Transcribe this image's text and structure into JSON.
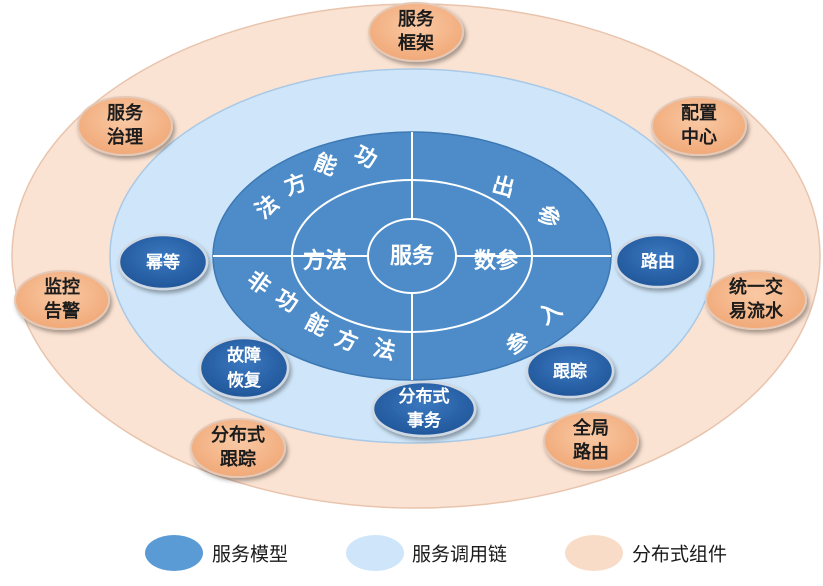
{
  "center": "服务",
  "inner_ring": {
    "left": "方法",
    "right": "数参"
  },
  "outer_ring_text": {
    "functional": [
      "功",
      "能",
      "方",
      "法"
    ],
    "non_functional": [
      "非",
      "功",
      "能",
      "方",
      "法"
    ],
    "output_params": [
      "出",
      "参"
    ],
    "input_params": [
      "入",
      "参"
    ]
  },
  "middle_nodes": {
    "idempotent": "幂等",
    "fault_recovery": [
      "故障",
      "恢复"
    ],
    "distributed_tx": [
      "分布式",
      "事务"
    ],
    "tracing": "跟踪",
    "routing": "路由"
  },
  "outer_nodes": {
    "service_framework": [
      "服务",
      "框架"
    ],
    "config_center": [
      "配置",
      "中心"
    ],
    "unified_transaction": [
      "统一交",
      "易流水"
    ],
    "global_routing": [
      "全局",
      "路由"
    ],
    "distributed_tracing": [
      "分布式",
      "跟踪"
    ],
    "monitoring_alerting": [
      "监控",
      "告警"
    ],
    "service_governance": [
      "服务",
      "治理"
    ]
  },
  "legend": [
    {
      "label": "服务模型",
      "color": "#5b9bd5"
    },
    {
      "label": "服务调用链",
      "color": "#cfe6fa"
    },
    {
      "label": "分布式组件",
      "color": "#f9dcc8"
    }
  ],
  "colors": {
    "outer_ring": "#fbe3d3",
    "middle_ring": "#cfe6fa",
    "inner_model": "#4d8cc9",
    "dark_node": "#2e64a8",
    "orange_node": "#f4b183"
  }
}
